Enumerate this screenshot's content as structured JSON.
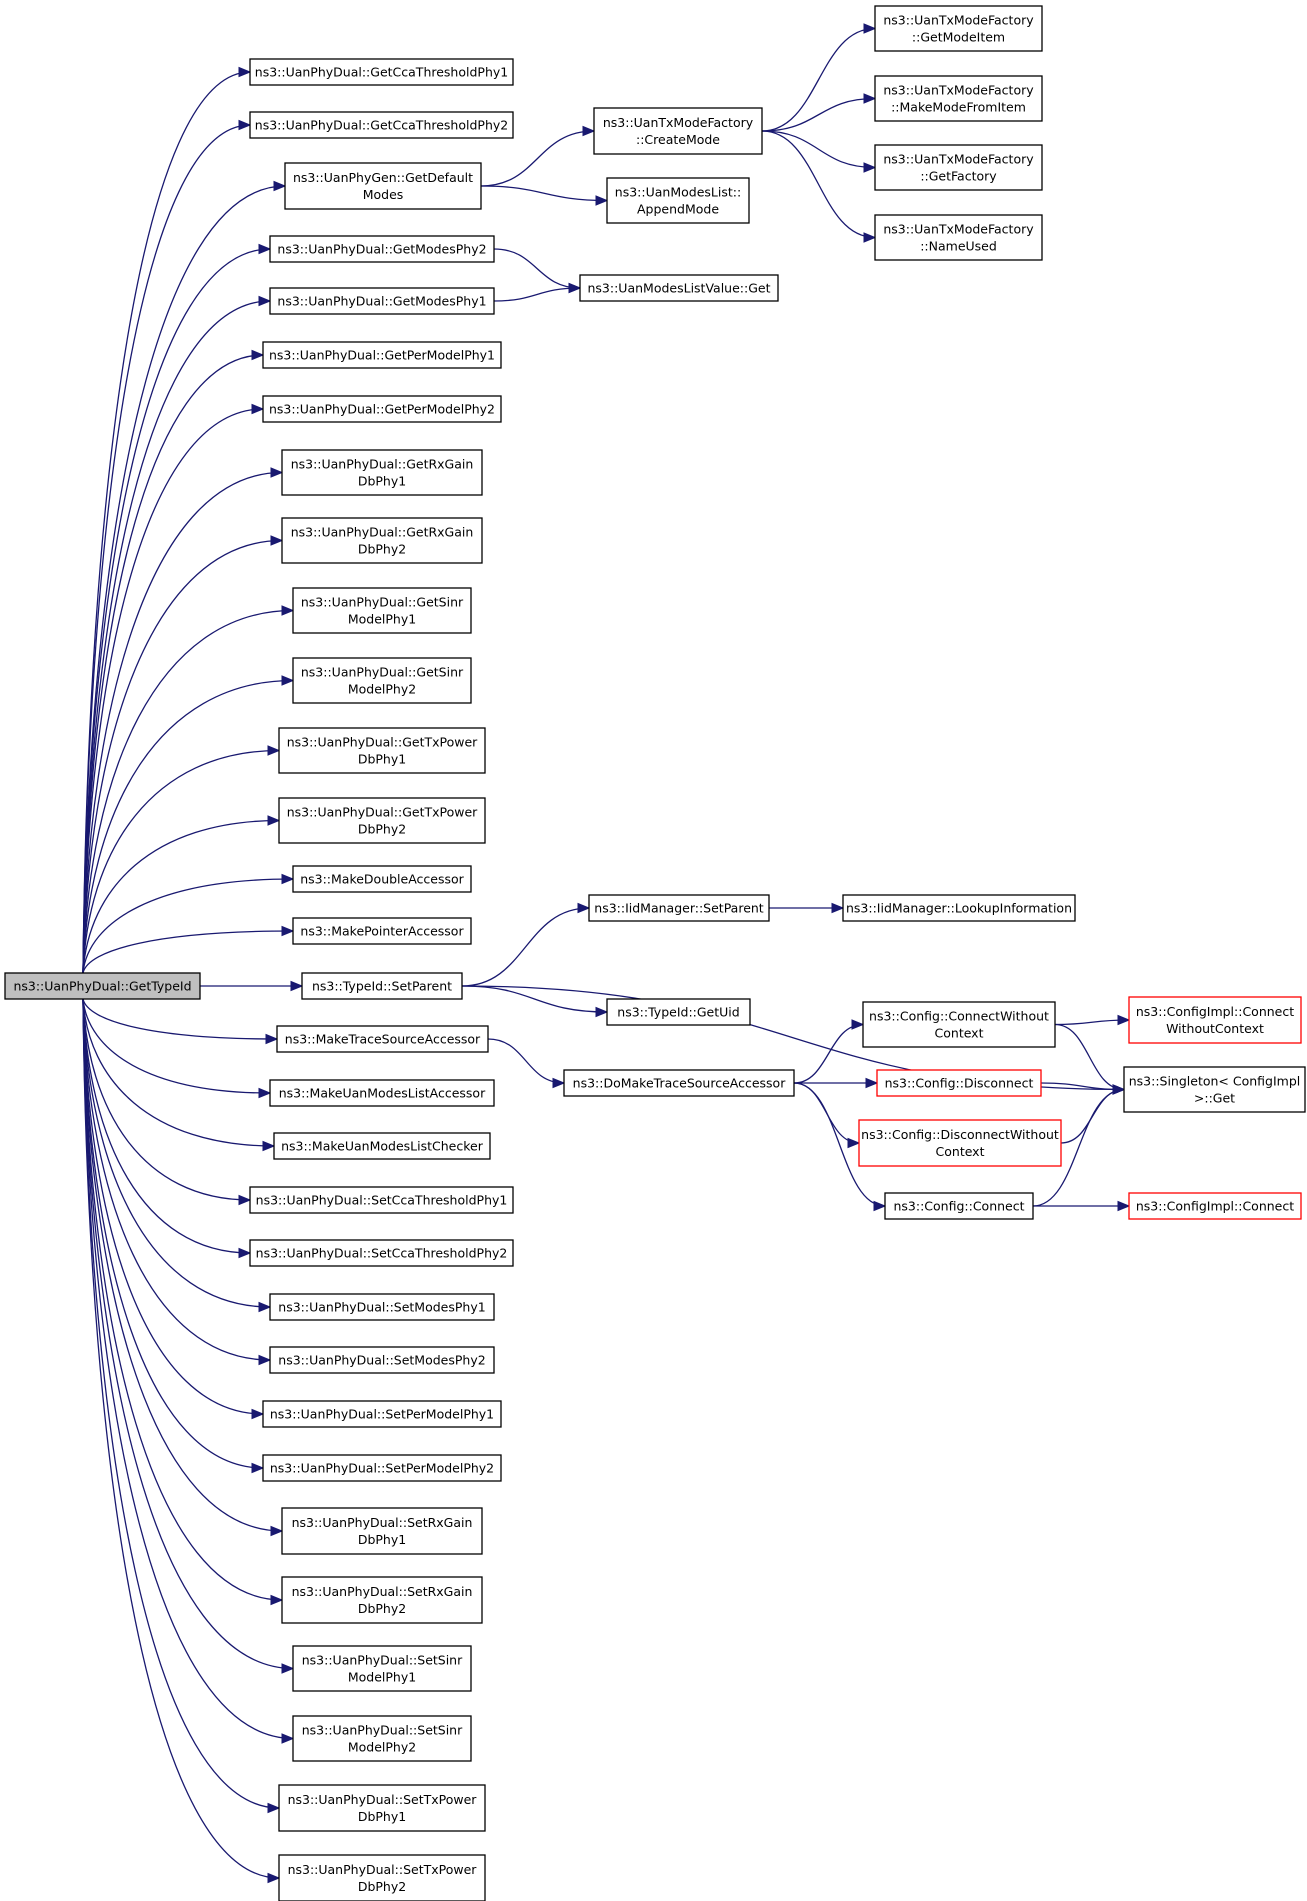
{
  "graph": {
    "edge_color": "#191970",
    "root_fill": "#bfbfbf",
    "truncated_border_color": "#ff0000",
    "nodes": [
      {
        "id": "root",
        "lines": [
          "ns3::UanPhyDual::GetTypeId"
        ],
        "root": true
      },
      {
        "id": "n1",
        "lines": [
          "ns3::UanPhyDual::GetCcaThresholdPhy1"
        ]
      },
      {
        "id": "n2",
        "lines": [
          "ns3::UanPhyDual::GetCcaThresholdPhy2"
        ]
      },
      {
        "id": "n3",
        "lines": [
          "ns3::UanPhyGen::GetDefault",
          "Modes"
        ]
      },
      {
        "id": "n4",
        "lines": [
          "ns3::UanPhyDual::GetModesPhy2"
        ]
      },
      {
        "id": "n5",
        "lines": [
          "ns3::UanPhyDual::GetModesPhy1"
        ]
      },
      {
        "id": "n6",
        "lines": [
          "ns3::UanPhyDual::GetPerModelPhy1"
        ]
      },
      {
        "id": "n7",
        "lines": [
          "ns3::UanPhyDual::GetPerModelPhy2"
        ]
      },
      {
        "id": "n8",
        "lines": [
          "ns3::UanPhyDual::GetRxGain",
          "DbPhy1"
        ]
      },
      {
        "id": "n9",
        "lines": [
          "ns3::UanPhyDual::GetRxGain",
          "DbPhy2"
        ]
      },
      {
        "id": "n10",
        "lines": [
          "ns3::UanPhyDual::GetSinr",
          "ModelPhy1"
        ]
      },
      {
        "id": "n11",
        "lines": [
          "ns3::UanPhyDual::GetSinr",
          "ModelPhy2"
        ]
      },
      {
        "id": "n12",
        "lines": [
          "ns3::UanPhyDual::GetTxPower",
          "DbPhy1"
        ]
      },
      {
        "id": "n13",
        "lines": [
          "ns3::UanPhyDual::GetTxPower",
          "DbPhy2"
        ]
      },
      {
        "id": "n14",
        "lines": [
          "ns3::MakeDoubleAccessor"
        ]
      },
      {
        "id": "n15",
        "lines": [
          "ns3::MakePointerAccessor"
        ]
      },
      {
        "id": "n16",
        "lines": [
          "ns3::TypeId::SetParent"
        ]
      },
      {
        "id": "n17",
        "lines": [
          "ns3::MakeTraceSourceAccessor"
        ]
      },
      {
        "id": "n18",
        "lines": [
          "ns3::MakeUanModesListAccessor"
        ]
      },
      {
        "id": "n19",
        "lines": [
          "ns3::MakeUanModesListChecker"
        ]
      },
      {
        "id": "n20",
        "lines": [
          "ns3::UanPhyDual::SetCcaThresholdPhy1"
        ]
      },
      {
        "id": "n21",
        "lines": [
          "ns3::UanPhyDual::SetCcaThresholdPhy2"
        ]
      },
      {
        "id": "n22",
        "lines": [
          "ns3::UanPhyDual::SetModesPhy1"
        ]
      },
      {
        "id": "n23",
        "lines": [
          "ns3::UanPhyDual::SetModesPhy2"
        ]
      },
      {
        "id": "n24",
        "lines": [
          "ns3::UanPhyDual::SetPerModelPhy1"
        ]
      },
      {
        "id": "n25",
        "lines": [
          "ns3::UanPhyDual::SetPerModelPhy2"
        ]
      },
      {
        "id": "n26",
        "lines": [
          "ns3::UanPhyDual::SetRxGain",
          "DbPhy1"
        ]
      },
      {
        "id": "n27",
        "lines": [
          "ns3::UanPhyDual::SetRxGain",
          "DbPhy2"
        ]
      },
      {
        "id": "n28",
        "lines": [
          "ns3::UanPhyDual::SetSinr",
          "ModelPhy1"
        ]
      },
      {
        "id": "n29",
        "lines": [
          "ns3::UanPhyDual::SetSinr",
          "ModelPhy2"
        ]
      },
      {
        "id": "n30",
        "lines": [
          "ns3::UanPhyDual::SetTxPower",
          "DbPhy1"
        ]
      },
      {
        "id": "n31",
        "lines": [
          "ns3::UanPhyDual::SetTxPower",
          "DbPhy2"
        ]
      },
      {
        "id": "m1",
        "lines": [
          "ns3::UanTxModeFactory",
          "::CreateMode"
        ]
      },
      {
        "id": "m2",
        "lines": [
          "ns3::UanModesList::",
          "AppendMode"
        ]
      },
      {
        "id": "m3",
        "lines": [
          "ns3::UanModesListValue::Get"
        ]
      },
      {
        "id": "m4",
        "lines": [
          "ns3::IidManager::SetParent"
        ]
      },
      {
        "id": "m5",
        "lines": [
          "ns3::TypeId::GetUid"
        ]
      },
      {
        "id": "m6",
        "lines": [
          "ns3::DoMakeTraceSourceAccessor"
        ]
      },
      {
        "id": "t1",
        "lines": [
          "ns3::UanTxModeFactory",
          "::GetModeItem"
        ]
      },
      {
        "id": "t2",
        "lines": [
          "ns3::UanTxModeFactory",
          "::MakeModeFromItem"
        ]
      },
      {
        "id": "t3",
        "lines": [
          "ns3::UanTxModeFactory",
          "::GetFactory"
        ]
      },
      {
        "id": "t4",
        "lines": [
          "ns3::UanTxModeFactory",
          "::NameUsed"
        ]
      },
      {
        "id": "t5",
        "lines": [
          "ns3::IidManager::LookupInformation"
        ]
      },
      {
        "id": "c1",
        "lines": [
          "ns3::Config::ConnectWithout",
          "Context"
        ]
      },
      {
        "id": "c2",
        "lines": [
          "ns3::Config::Disconnect"
        ],
        "truncated": true
      },
      {
        "id": "c3",
        "lines": [
          "ns3::Config::DisconnectWithout",
          "Context"
        ],
        "truncated": true
      },
      {
        "id": "c4",
        "lines": [
          "ns3::Config::Connect"
        ]
      },
      {
        "id": "d1",
        "lines": [
          "ns3::ConfigImpl::Connect",
          "WithoutContext"
        ],
        "truncated": true
      },
      {
        "id": "d2",
        "lines": [
          "ns3::Singleton< ConfigImpl",
          " >::Get"
        ]
      },
      {
        "id": "d3",
        "lines": [
          "ns3::ConfigImpl::Connect"
        ],
        "truncated": true
      }
    ],
    "edges": [
      [
        "root",
        "n1"
      ],
      [
        "root",
        "n2"
      ],
      [
        "root",
        "n3"
      ],
      [
        "root",
        "n4"
      ],
      [
        "root",
        "n5"
      ],
      [
        "root",
        "n6"
      ],
      [
        "root",
        "n7"
      ],
      [
        "root",
        "n8"
      ],
      [
        "root",
        "n9"
      ],
      [
        "root",
        "n10"
      ],
      [
        "root",
        "n11"
      ],
      [
        "root",
        "n12"
      ],
      [
        "root",
        "n13"
      ],
      [
        "root",
        "n14"
      ],
      [
        "root",
        "n15"
      ],
      [
        "root",
        "n16"
      ],
      [
        "root",
        "n17"
      ],
      [
        "root",
        "n18"
      ],
      [
        "root",
        "n19"
      ],
      [
        "root",
        "n20"
      ],
      [
        "root",
        "n21"
      ],
      [
        "root",
        "n22"
      ],
      [
        "root",
        "n23"
      ],
      [
        "root",
        "n24"
      ],
      [
        "root",
        "n25"
      ],
      [
        "root",
        "n26"
      ],
      [
        "root",
        "n27"
      ],
      [
        "root",
        "n28"
      ],
      [
        "root",
        "n29"
      ],
      [
        "root",
        "n30"
      ],
      [
        "root",
        "n31"
      ],
      [
        "n3",
        "m1"
      ],
      [
        "n3",
        "m2"
      ],
      [
        "n4",
        "m3"
      ],
      [
        "n5",
        "m3"
      ],
      [
        "m1",
        "t1"
      ],
      [
        "m1",
        "t2"
      ],
      [
        "m1",
        "t3"
      ],
      [
        "m1",
        "t4"
      ],
      [
        "n16",
        "m4"
      ],
      [
        "n16",
        "m5"
      ],
      [
        "n16",
        "d2"
      ],
      [
        "m4",
        "t5"
      ],
      [
        "n17",
        "m6"
      ],
      [
        "m6",
        "c1"
      ],
      [
        "m6",
        "c2"
      ],
      [
        "m6",
        "c3"
      ],
      [
        "m6",
        "c4"
      ],
      [
        "c1",
        "d1"
      ],
      [
        "c1",
        "d2"
      ],
      [
        "c2",
        "d2"
      ],
      [
        "c3",
        "d2"
      ],
      [
        "c4",
        "d2"
      ],
      [
        "c4",
        "d3"
      ]
    ]
  }
}
